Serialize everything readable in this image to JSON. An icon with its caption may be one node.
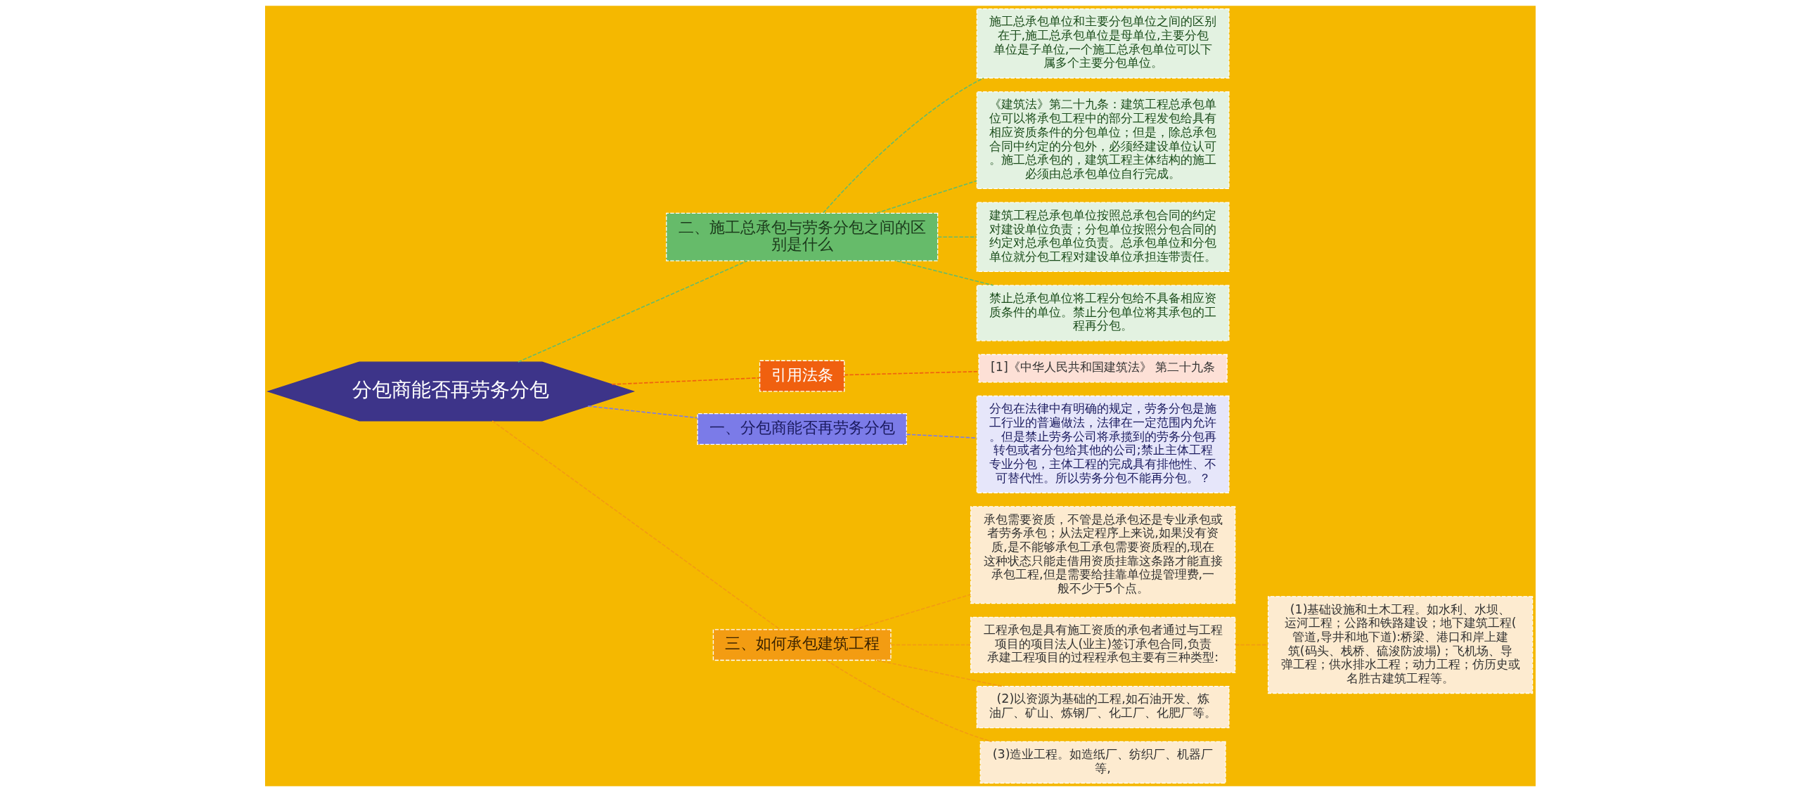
{
  "diagram": {
    "nodes": [
      {
        "text": [
          "分包商能否再劳务分包"
        ]
      },
      {
        "text": [
          "二、施工总承包与劳务分包之间的区别是什么"
        ]
      },
      {
        "text": [
          "施工总承包单位和主要分包单位之间的区别在于,施工总承包单位是母单位,主要分包单位是子单位,一个施工总承包单位可以下属多个主要分包单位。"
        ]
      },
      {
        "text": [
          "《建筑法》第二十九条：建筑工程总承包单位可以将承包工程中的部分工程发包给具有相应资质条件的分包单位；但是，除总承包合同中约定的分包外，必须经建设单位认可。施工总承包的，建筑工程主体结构的施工必须由总承包单位自行完成。"
        ]
      },
      {
        "text": [
          "建筑工程总承包单位按照总承包合同的约定对建设单位负责；分包单位按照分包合同的约定对总承包单位负责。总承包单位和分包单位就分包工程对建设单位承担连带责任。"
        ]
      },
      {
        "text": [
          "禁止总承包单位将工程分包给不具备相应资质条件的单位。禁止分包单位将其承包的工程再分包。"
        ]
      },
      {
        "text": [
          "引用法条"
        ]
      },
      {
        "text": [
          "[1]《中华人民共和国建筑法》 第二十九条"
        ]
      },
      {
        "text": [
          "一、分包商能否再劳务分包"
        ]
      },
      {
        "text": [
          "分包在法律中有明确的规定，劳务分包是施工行业的普遍做法，法律在一定范围内允许。但是禁止劳务公司将承揽到的劳务分包再转包或者分包给其他的公司;禁止主体工程专业分包，主体工程的完成具有排他性、不可替代性。所以劳务分包不能再分包。？"
        ]
      },
      {
        "text": [
          "三、如何承包建筑工程"
        ]
      },
      {
        "text": [
          "承包需要资质，不管是总承包还是专业承包或者劳务承包；从法定程序上来说,如果没有资质,是不能够承包工承包需要资质程的,现在这种状态只能走借用资质挂靠这条路才能直接承包工程,但是需要给挂靠单位提管理费,一般不少于5个点。"
        ]
      },
      {
        "text": [
          "工程承包是具有施工资质的承包者通过与工程项目的项目法人(业主)签订承包合同,负责承建工程项目的过程程承包主要有三种类型:"
        ]
      },
      {
        "text": [
          "(1)基础设施和土木工程。如水利、水坝、运河工程；公路和铁路建设；地下建筑工程(管道,导井和地下道):桥梁、港口和岸上建筑(码头、栈桥、硫浚防波塌)；飞机场、导弹工程；供水排水工程；动力工程；仿历史或名胜古建筑工程等。"
        ]
      },
      {
        "text": [
          "(2)以资源为基础的工程,如石油开发、炼油厂、矿山、炼钢厂、化工厂、化肥厂等。"
        ]
      },
      {
        "text": [
          "(3)造业工程。如造纸厂、纺织厂、机器厂等,"
        ]
      }
    ],
    "edges": [
      {
        "from": 0,
        "to": 1,
        "arrow": "none",
        "style": "dashed",
        "color": "#66bb6a"
      },
      {
        "from": 1,
        "to": 2,
        "arrow": "none",
        "style": "dashed",
        "color": "#66bb6a"
      },
      {
        "from": 1,
        "to": 3,
        "arrow": "none",
        "style": "dashed",
        "color": "#66bb6a"
      },
      {
        "from": 1,
        "to": 4,
        "arrow": "none",
        "style": "dashed",
        "color": "#66bb6a"
      },
      {
        "from": 1,
        "to": 5,
        "arrow": "none",
        "style": "dashed",
        "color": "#66bb6a"
      },
      {
        "from": 0,
        "to": 6,
        "arrow": "none",
        "style": "dashed",
        "color": "#f0600f"
      },
      {
        "from": 6,
        "to": 7,
        "arrow": "none",
        "style": "dashed",
        "color": "#f0600f"
      },
      {
        "from": 0,
        "to": 8,
        "arrow": "none",
        "style": "dashed",
        "color": "#7b7be8"
      },
      {
        "from": 8,
        "to": 9,
        "arrow": "none",
        "style": "dashed",
        "color": "#7b7be8"
      },
      {
        "from": 0,
        "to": 10,
        "arrow": "none",
        "style": "dashed",
        "color": "#f39c12"
      },
      {
        "from": 10,
        "to": 11,
        "arrow": "none",
        "style": "dashed",
        "color": "#f39c12"
      },
      {
        "from": 10,
        "to": 12,
        "arrow": "none",
        "style": "dashed",
        "color": "#f39c12"
      },
      {
        "from": 12,
        "to": 13,
        "arrow": "none",
        "style": "dashed",
        "color": "#f39c12"
      },
      {
        "from": 10,
        "to": 14,
        "arrow": "none",
        "style": "dashed",
        "color": "#f39c12"
      },
      {
        "from": 10,
        "to": 15,
        "arrow": "none",
        "style": "dashed",
        "color": "#f39c12"
      }
    ]
  }
}
